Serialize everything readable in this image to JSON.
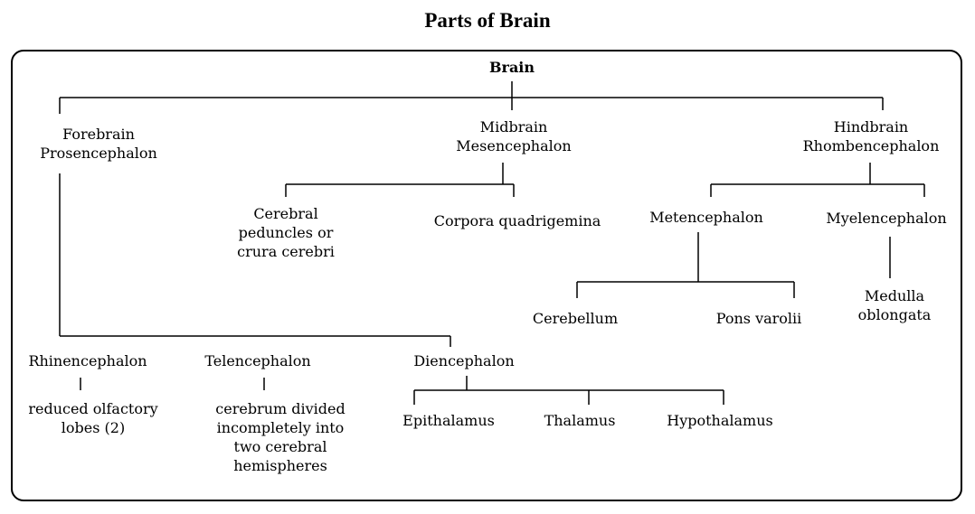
{
  "title": "Parts of Brain",
  "nodes": {
    "brain": [
      "Brain"
    ],
    "forebrain": [
      "Forebrain",
      "Prosencephalon"
    ],
    "midbrain": [
      "Midbrain",
      "Mesencephalon"
    ],
    "hindbrain": [
      "Hindbrain",
      "Rhombencephalon"
    ],
    "cerebral_peduncles": [
      "Cerebral",
      "peduncles or",
      "crura cerebri"
    ],
    "corpora_quadrigemina": [
      "Corpora quadrigemina"
    ],
    "metencephalon": [
      "Metencephalon"
    ],
    "myelencephalon": [
      "Myelencephalon"
    ],
    "cerebellum": [
      "Cerebellum"
    ],
    "pons_varolii": [
      "Pons varolii"
    ],
    "medulla_oblongata": [
      "Medulla",
      "oblongata"
    ],
    "rhinencephalon": [
      "Rhinencephalon"
    ],
    "telencephalon": [
      "Telencephalon"
    ],
    "diencephalon": [
      "Diencephalon"
    ],
    "rhinencephalon_detail": [
      "reduced olfactory",
      "lobes (2)"
    ],
    "telencephalon_detail": [
      "cerebrum divided",
      "incompletely into",
      "two cerebral",
      "hemispheres"
    ],
    "epithalamus": [
      "Epithalamus"
    ],
    "thalamus": [
      "Thalamus"
    ],
    "hypothalamus": [
      "Hypothalamus"
    ]
  }
}
